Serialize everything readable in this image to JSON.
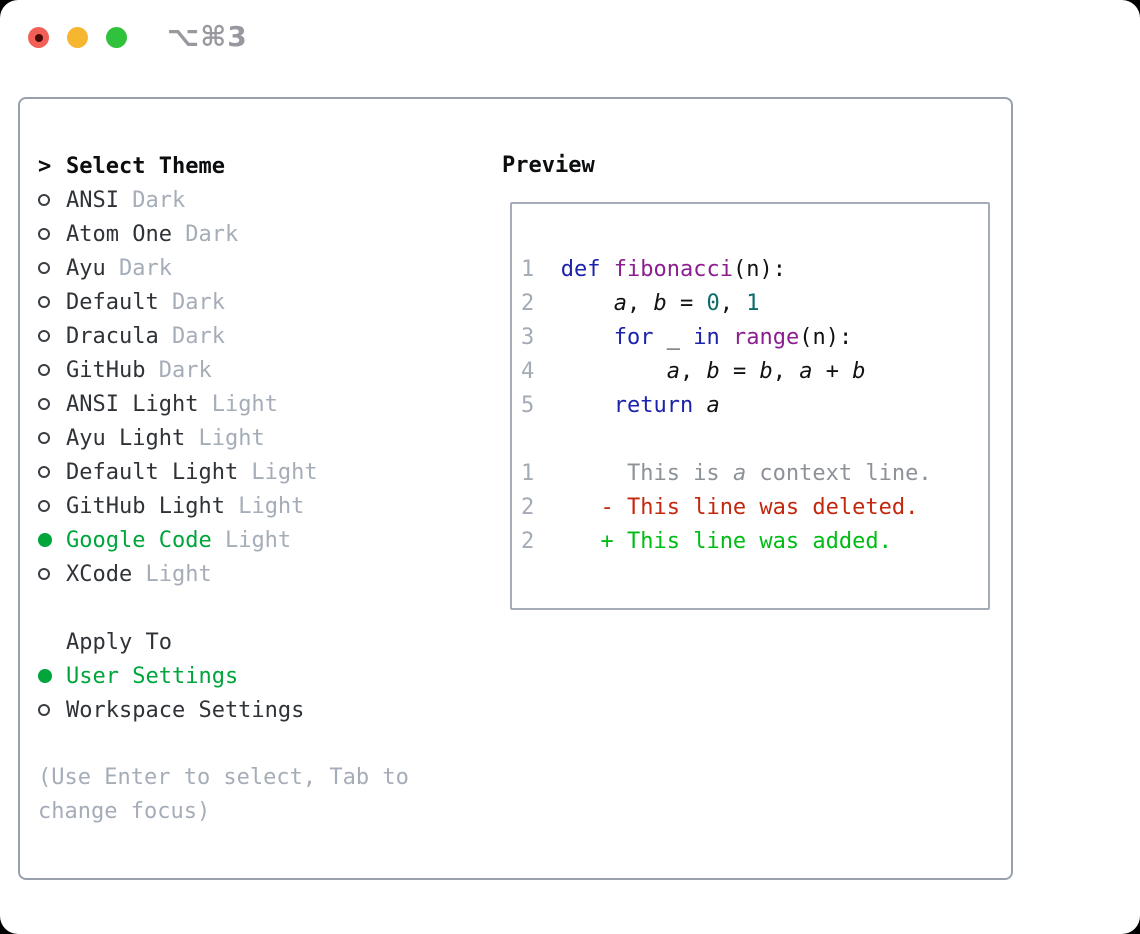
{
  "colors": {
    "accent_green": "#00a63c",
    "suffix_gray": "#a5adb8",
    "text_dark": "#2f3338",
    "keyword_blue": "#1b22ab",
    "function_purple": "#8b1f8f",
    "number_teal": "#0b6a6a",
    "context_gray": "#8d9299",
    "deleted_red": "#c3280f",
    "added_green": "#00bd16",
    "line_number_gray": "#a2abb6",
    "panel_border": "#99a1ac",
    "traffic_red": "#f25f57",
    "traffic_yellow": "#f6b62f",
    "traffic_green": "#30c23c"
  },
  "window": {
    "titlebar": {
      "title": "⌥⌘3",
      "traffic_lights": [
        "close",
        "minimize",
        "zoom"
      ]
    }
  },
  "theme_selector": {
    "header": {
      "prefix": ">",
      "label": "Select Theme"
    },
    "themes": [
      {
        "name": "ANSI",
        "variant": "Dark",
        "selected": false
      },
      {
        "name": "Atom One",
        "variant": "Dark",
        "selected": false
      },
      {
        "name": "Ayu",
        "variant": "Dark",
        "selected": false
      },
      {
        "name": "Default",
        "variant": "Dark",
        "selected": false
      },
      {
        "name": "Dracula",
        "variant": "Dark",
        "selected": false
      },
      {
        "name": "GitHub",
        "variant": "Dark",
        "selected": false
      },
      {
        "name": "ANSI Light",
        "variant": "Light",
        "selected": false
      },
      {
        "name": "Ayu Light",
        "variant": "Light",
        "selected": false
      },
      {
        "name": "Default Light",
        "variant": "Light",
        "selected": false
      },
      {
        "name": "GitHub Light",
        "variant": "Light",
        "selected": false
      },
      {
        "name": "Google Code",
        "variant": "Light",
        "selected": true
      },
      {
        "name": "XCode",
        "variant": "Light",
        "selected": false
      }
    ],
    "apply_to": {
      "label": "Apply To",
      "options": [
        {
          "label": "User Settings",
          "selected": true
        },
        {
          "label": "Workspace Settings",
          "selected": false
        }
      ]
    },
    "hint_lines": [
      "(Use Enter to select, Tab to",
      "change focus)"
    ]
  },
  "preview": {
    "label": "Preview",
    "lines": [
      {
        "n": "1",
        "seg": [
          {
            "t": "  "
          },
          {
            "t": "def",
            "c": "kw"
          },
          {
            "t": " "
          },
          {
            "t": "fibonacci",
            "c": "fn"
          },
          {
            "t": "(n):"
          }
        ]
      },
      {
        "n": "2",
        "seg": [
          {
            "t": "      "
          },
          {
            "t": "a",
            "i": true
          },
          {
            "t": ", "
          },
          {
            "t": "b",
            "i": true
          },
          {
            "t": " = "
          },
          {
            "t": "0",
            "c": "num"
          },
          {
            "t": ", "
          },
          {
            "t": "1",
            "c": "num"
          }
        ]
      },
      {
        "n": "3",
        "seg": [
          {
            "t": "      "
          },
          {
            "t": "for",
            "c": "kw"
          },
          {
            "t": " _ "
          },
          {
            "t": "in",
            "c": "kw"
          },
          {
            "t": " "
          },
          {
            "t": "range",
            "c": "fn"
          },
          {
            "t": "(n):"
          }
        ]
      },
      {
        "n": "4",
        "seg": [
          {
            "t": "          "
          },
          {
            "t": "a",
            "i": true
          },
          {
            "t": ", "
          },
          {
            "t": "b",
            "i": true
          },
          {
            "t": " = "
          },
          {
            "t": "b",
            "i": true
          },
          {
            "t": ", "
          },
          {
            "t": "a",
            "i": true
          },
          {
            "t": " + "
          },
          {
            "t": "b",
            "i": true
          }
        ]
      },
      {
        "n": "5",
        "seg": [
          {
            "t": "      "
          },
          {
            "t": "return",
            "c": "kw"
          },
          {
            "t": " "
          },
          {
            "t": "a",
            "i": true
          }
        ]
      },
      {
        "n": "",
        "seg": []
      },
      {
        "n": "1",
        "seg": [
          {
            "t": "       This is ",
            "c": "ctx"
          },
          {
            "t": "a",
            "c": "ctx",
            "i": true
          },
          {
            "t": " context line.",
            "c": "ctx"
          }
        ]
      },
      {
        "n": "2",
        "seg": [
          {
            "t": "     "
          },
          {
            "t": "- This line was deleted.",
            "c": "del"
          }
        ]
      },
      {
        "n": "2",
        "seg": [
          {
            "t": "     "
          },
          {
            "t": "+ This line was added.",
            "c": "add"
          }
        ]
      }
    ]
  }
}
